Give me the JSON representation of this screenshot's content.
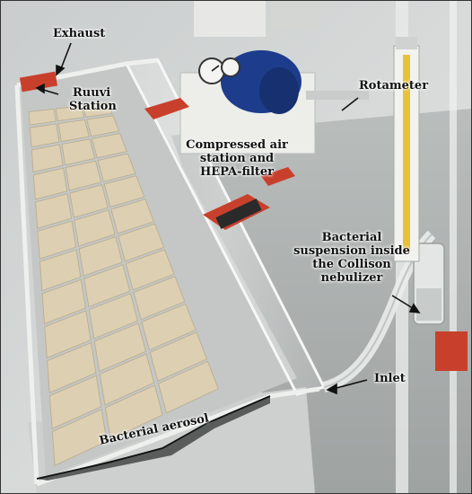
{
  "labels": {
    "exhaust": "Exhaust",
    "ruuvi_line1": "Ruuvi",
    "ruuvi_line2": "Station",
    "rotameter": "Rotameter",
    "compressed_line1": "Compressed air",
    "compressed_line2": "station and",
    "compressed_line3": "HEPA-filter",
    "bacterial_susp_line1": "Bacterial",
    "bacterial_susp_line2": "suspension inside",
    "bacterial_susp_line3": "the Collison",
    "bacterial_susp_line4": "nebulizer",
    "inlet": "Inlet",
    "bacterial_aerosol": "Bacterial aerosol"
  },
  "colors": {
    "tile": "#dccfb2",
    "tile_edge": "#b9ab8c",
    "chamber_rim": "#eef0ee",
    "pump_blue": "#1d3c8c",
    "red_accent": "#c8402c",
    "rotameter_yellow": "#e6c23a",
    "arrow": "#111111"
  }
}
